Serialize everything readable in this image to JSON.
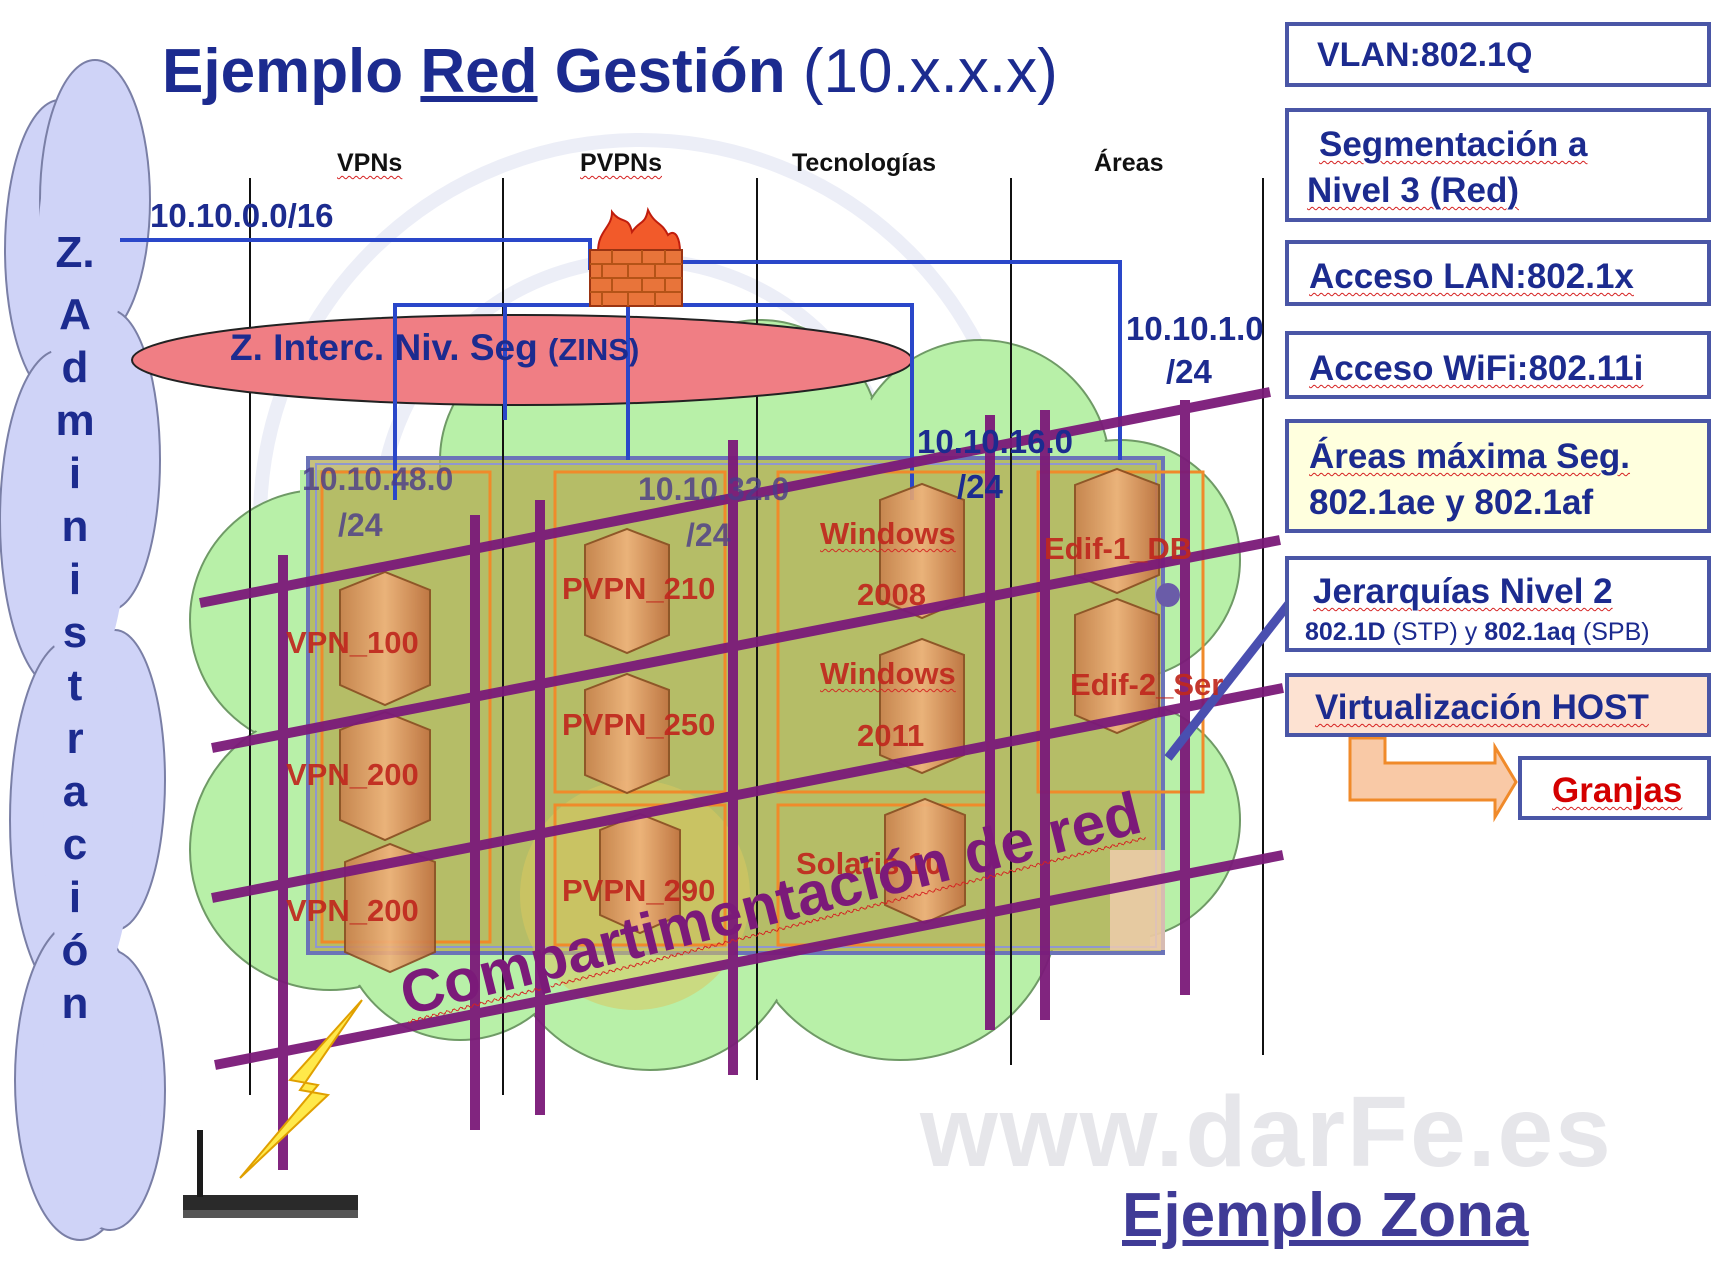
{
  "title": {
    "pre": "Ejemplo",
    "underlined": "Red",
    "post": "Gestión",
    "suffix": "(10.x.x.x)"
  },
  "columns": [
    "VPNs",
    "PVPNs",
    "Tecnologías",
    "Áreas"
  ],
  "admin_zone": [
    "Z.",
    "A",
    "d",
    "m",
    "i",
    "n",
    "i",
    "s",
    "t",
    "r",
    "a",
    "c",
    "i",
    "ó",
    "n"
  ],
  "zins": {
    "main": "Z. Interc. Niv. Seg",
    "small": "(ZINS)"
  },
  "networks": {
    "top": "10.10.0.0/16",
    "right_1": "10.10.1.0",
    "right_2": "/24",
    "mid_1": "10.10.16.0",
    "mid_2": "/24",
    "vpn_1": "10.10.48.0",
    "vpn_2": "/24",
    "pvpn_1": "10.10.32.0",
    "pvpn_2": "/24"
  },
  "servers": {
    "vpn": [
      "VPN_100",
      "VPN_200",
      "VPN_200"
    ],
    "pvpn": [
      "PVPN_210",
      "PVPN_250",
      "PVPN_290"
    ],
    "tech": [
      "Windows",
      "2008",
      "Windows",
      "2011",
      "Solaris 10"
    ],
    "areas": [
      "Edif-1_DB",
      "Edif-2_Ser"
    ]
  },
  "right_boxes": [
    {
      "lines": [
        "VLAN:802.1Q"
      ]
    },
    {
      "lines": [
        "Segmentación a",
        "Nivel 3 (Red)"
      ]
    },
    {
      "lines": [
        "Acceso LAN:802.1x"
      ]
    },
    {
      "lines": [
        "Acceso WiFi:802.11i"
      ]
    },
    {
      "lines": [
        "Áreas máxima Seg.",
        "802.1ae y 802.1af"
      ]
    },
    {
      "line1": "Jerarquías Nivel 2",
      "l2a": "802.1D",
      "l2b": " (STP) y ",
      "l2c": "802.1aq",
      "l2d": " (SPB)"
    },
    {
      "lines": [
        "Virtualización HOST"
      ]
    }
  ],
  "granjas": "Granjas",
  "compartimentacion": "Compartimentación de red",
  "ejemplo_zona": "Ejemplo Zona",
  "watermark": "www.darFe.es",
  "colors": {
    "title": "#1c2b8f",
    "purple_bars": "#7b1a79",
    "cloud_green": "#b8f0a8",
    "cloud_blue": "#cfd3f7",
    "ellipse_red": "#f07e84",
    "server_orange": "#e6a168",
    "label_red": "#c0281e",
    "box_border": "#4a56a6",
    "link_blue": "#2a47c9"
  }
}
